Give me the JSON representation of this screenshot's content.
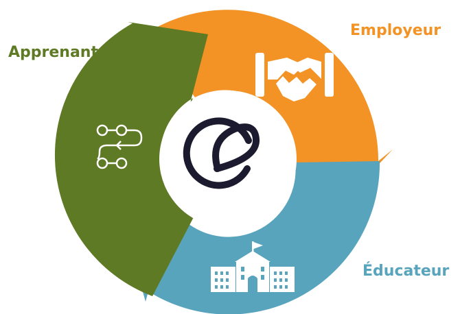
{
  "roles": {
    "apprenant": {
      "label": "Apprenant",
      "color": "#5f7a25",
      "icon": "workflow-path-icon"
    },
    "employeur": {
      "label": "Employeur",
      "color": "#f39325",
      "icon": "handshake-icon"
    },
    "educateur": {
      "label": "Éducateur",
      "color": "#58a4bd",
      "icon": "school-building-icon"
    }
  },
  "center": {
    "icon": "e-logo-icon",
    "color": "#1c1a2e"
  }
}
